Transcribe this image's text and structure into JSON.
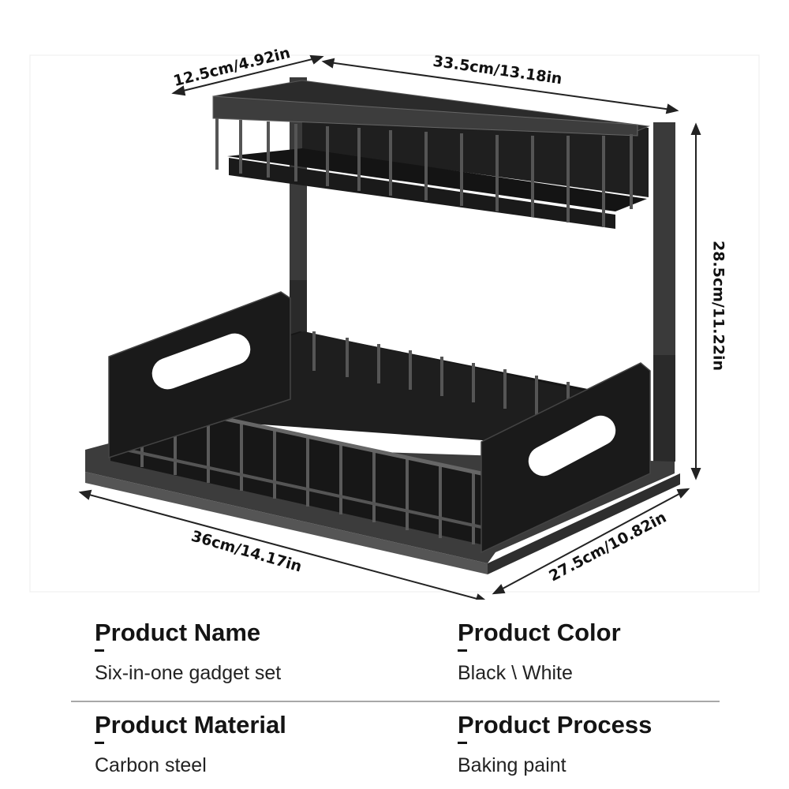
{
  "dimensions": {
    "top_depth": "12.5cm/4.92in",
    "top_width": "33.5cm/13.18in",
    "height": "28.5cm/11.22in",
    "base_width": "36cm/14.17in",
    "base_depth": "27.5cm/10.82in"
  },
  "specs": [
    {
      "title": "Product Name",
      "value": "Six-in-one gadget set"
    },
    {
      "title": "Product Color",
      "value": "Black \\ White"
    },
    {
      "title": "Product Material",
      "value": "Carbon steel"
    },
    {
      "title": "Product Process",
      "value": "Baking paint"
    }
  ],
  "colors": {
    "frame": "#2b2b2b",
    "panel": "#1c1c1c",
    "divider": "#a8a8a8",
    "text": "#141414"
  }
}
